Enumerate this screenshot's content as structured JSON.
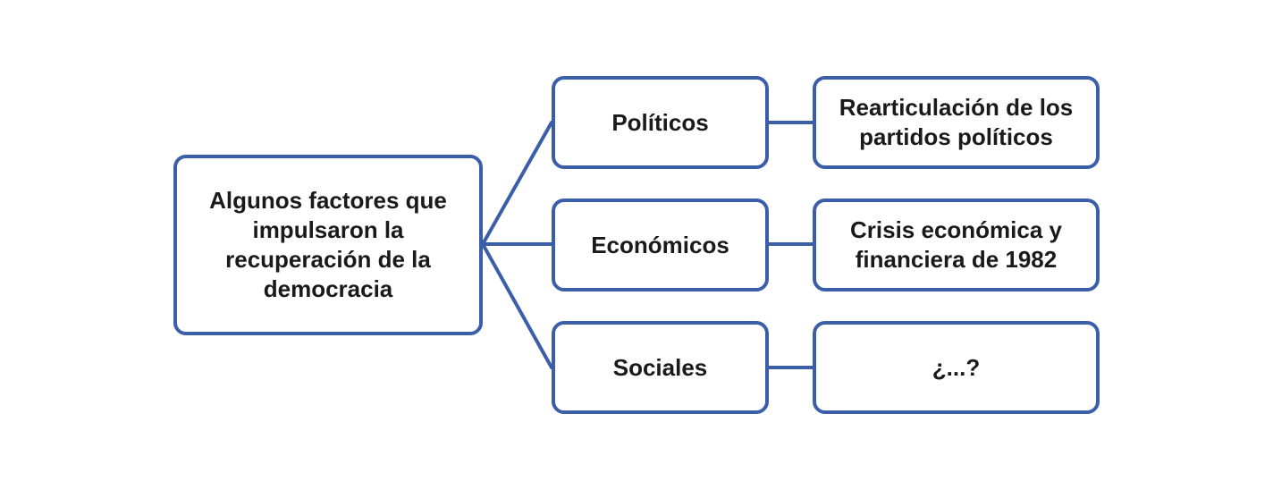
{
  "diagram": {
    "root": "Algunos factores que impulsaron la recuperación de la democracia",
    "factors": [
      {
        "category": "Políticos",
        "detail": "Rearticulación de los partidos políticos"
      },
      {
        "category": "Económicos",
        "detail": "Crisis económica y financiera de 1982"
      },
      {
        "category": "Sociales",
        "detail": "¿...?"
      }
    ]
  },
  "colors": {
    "stroke": "#3a5fa8",
    "text": "#1a1a1a",
    "background": "#ffffff"
  }
}
